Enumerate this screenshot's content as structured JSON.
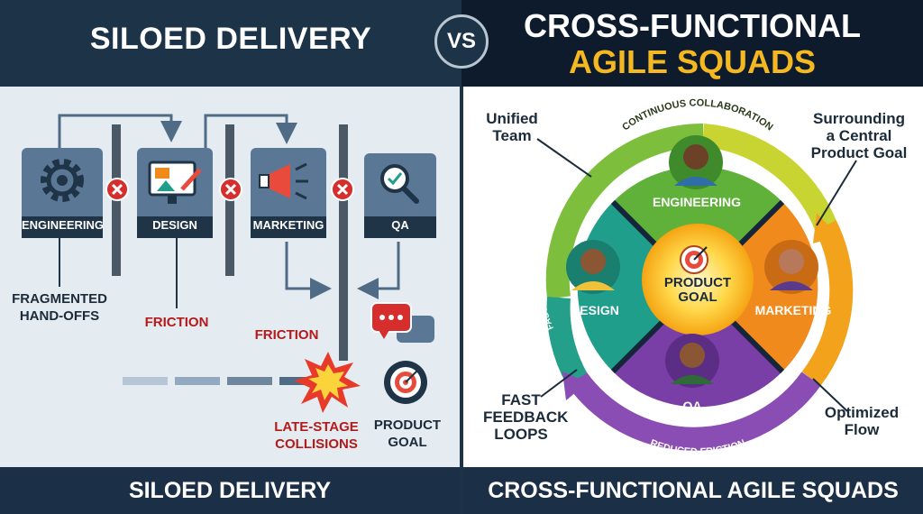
{
  "header": {
    "left_title": "SILOED DELIVERY",
    "vs": "VS",
    "right_title_line1": "CROSS-FUNCTIONAL",
    "right_title_line2": "AGILE SQUADS"
  },
  "left": {
    "departments": [
      "ENGINEERING",
      "DESIGN",
      "MARKETING",
      "QA"
    ],
    "fragmented": [
      "FRAGMENTED",
      "HAND-OFFS"
    ],
    "friction_1": "FRICTION",
    "friction_2": "FRICTION",
    "collisions": [
      "LATE-STAGE",
      "COLLISIONS"
    ],
    "goal": [
      "PRODUCT",
      "GOAL"
    ]
  },
  "right": {
    "arc_top": "CONTINUOUS COLLABORATION",
    "arc_left": "FAST FEEDBACK LOOPS",
    "arc_bottom": "REDUCED FRICTION",
    "center": [
      "PRODUCT",
      "GOAL"
    ],
    "roles": {
      "top": "ENGINEERING",
      "left": "DESIGN",
      "right": "MARKETING",
      "bottom": "QA"
    },
    "unified": [
      "Unified",
      "Team"
    ],
    "surrounding": [
      "Surrounding",
      "a Central",
      "Product Goal"
    ],
    "fast": [
      "FAST",
      "FEEDBACK",
      "LOOPS"
    ],
    "optimized": [
      "Optimized",
      "Flow"
    ]
  },
  "footer": {
    "left": "SILOED DELIVERY",
    "right": "CROSS-FUNCTIONAL AGILE SQUADS"
  },
  "colors": {
    "header_dark": "#1d3348",
    "accent_yellow": "#f5b820",
    "friction_red": "#b31b1b",
    "engineering_green": "#5fb13a",
    "design_teal": "#1f9f8b",
    "marketing_orange": "#f08a1c",
    "qa_purple": "#7a3fa6"
  }
}
